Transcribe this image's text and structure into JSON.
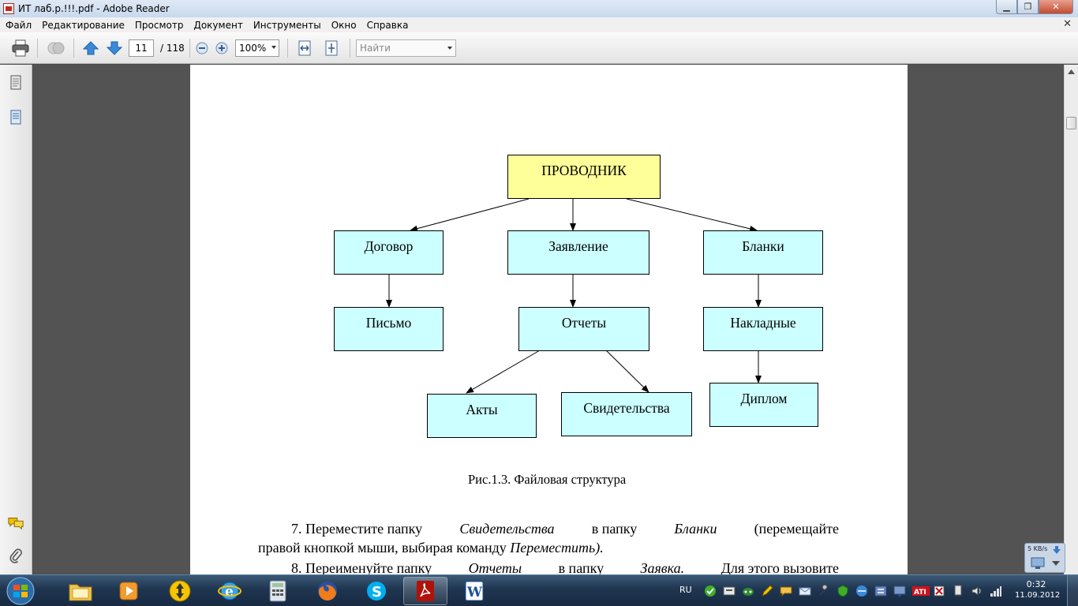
{
  "window": {
    "title": "ИТ лаб.р.!!!.pdf - Adobe Reader"
  },
  "menu": {
    "items": [
      "Файл",
      "Редактирование",
      "Просмотр",
      "Документ",
      "Инструменты",
      "Окно",
      "Справка"
    ],
    "close_glyph": "✕"
  },
  "toolbar": {
    "current_page": "11",
    "total_pages": "/ 118",
    "zoom": "100%",
    "find_placeholder": "Найти"
  },
  "diagram": {
    "root": "ПРОВОДНИК",
    "level1": [
      "Договор",
      "Заявление",
      "Бланки"
    ],
    "level2": [
      "Письмо",
      "Отчеты",
      "Накладные"
    ],
    "level3": [
      "Акты",
      "Свидетельства",
      "Диплом"
    ],
    "caption": "Рис.1.3. Файловая структура"
  },
  "paragraphs": {
    "p7": {
      "prefix": "7. Переместите папку ",
      "folder": "Свидетельства",
      "mid": " в папку ",
      "target": "Бланки",
      "suffix": " (перемещайте",
      "line2_prefix": "правой кнопкой мыши, выбирая команду ",
      "command": "Переместить)."
    },
    "p8": {
      "prefix": "8. Переименуйте папку ",
      "folder": "Отчеты",
      "mid": " в папку ",
      "target": "Заявка.",
      "suffix": " Для этого вызовите"
    }
  },
  "netwidget": {
    "speed": "5 KB/s"
  },
  "taskbar": {
    "language": "RU",
    "time": "0:32",
    "date": "11.09.2012"
  },
  "colors": {
    "root_box": "#ffff99",
    "child_box": "#ccffff",
    "taskbar": "#1f3550"
  }
}
